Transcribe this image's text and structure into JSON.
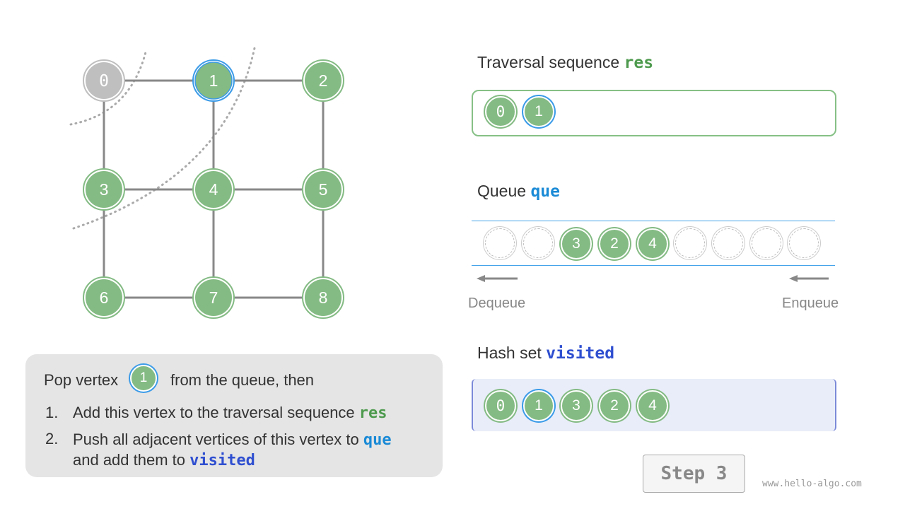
{
  "graph": {
    "nodes": [
      {
        "label": "0",
        "state": "visited-done"
      },
      {
        "label": "1",
        "state": "current"
      },
      {
        "label": "2",
        "state": "visited"
      },
      {
        "label": "3",
        "state": "visited"
      },
      {
        "label": "4",
        "state": "visited"
      },
      {
        "label": "5",
        "state": "unvisited"
      },
      {
        "label": "6",
        "state": "unvisited"
      },
      {
        "label": "7",
        "state": "unvisited"
      },
      {
        "label": "8",
        "state": "unvisited"
      }
    ],
    "edges": [
      [
        0,
        1
      ],
      [
        1,
        2
      ],
      [
        0,
        3
      ],
      [
        1,
        4
      ],
      [
        2,
        5
      ],
      [
        3,
        4
      ],
      [
        4,
        5
      ],
      [
        3,
        6
      ],
      [
        4,
        7
      ],
      [
        5,
        8
      ],
      [
        6,
        7
      ],
      [
        7,
        8
      ]
    ]
  },
  "res": {
    "title": "Traversal sequence ",
    "var": "res",
    "items": [
      "0",
      "1"
    ],
    "current": "1"
  },
  "queue": {
    "title": "Queue ",
    "var": "que",
    "slots": [
      "",
      "",
      "3",
      "2",
      "4",
      "",
      "",
      "",
      ""
    ],
    "dequeue": "Dequeue",
    "enqueue": "Enqueue"
  },
  "visited": {
    "title": "Hash set ",
    "var": "visited",
    "items": [
      "0",
      "1",
      "3",
      "2",
      "4"
    ],
    "current": "1"
  },
  "caption": {
    "pre": "Pop vertex",
    "vertex": "1",
    "post": "from the queue, then",
    "items": [
      {
        "num": "1.",
        "text": "Add this vertex to the traversal sequence ",
        "code": "res"
      },
      {
        "num": "2.",
        "text": "Push all adjacent vertices of this vertex to ",
        "code": "que",
        "text2": "and add them to ",
        "code2": "visited"
      }
    ]
  },
  "step": "Step 3",
  "watermark": "www.hello-algo.com",
  "colors": {
    "node": "#84bb84",
    "done": "#bfbfbf",
    "current_ring": "#3b9be8",
    "res": "#4e9a4e",
    "que": "#1a8ad6",
    "visited": "#2f4fd0"
  }
}
